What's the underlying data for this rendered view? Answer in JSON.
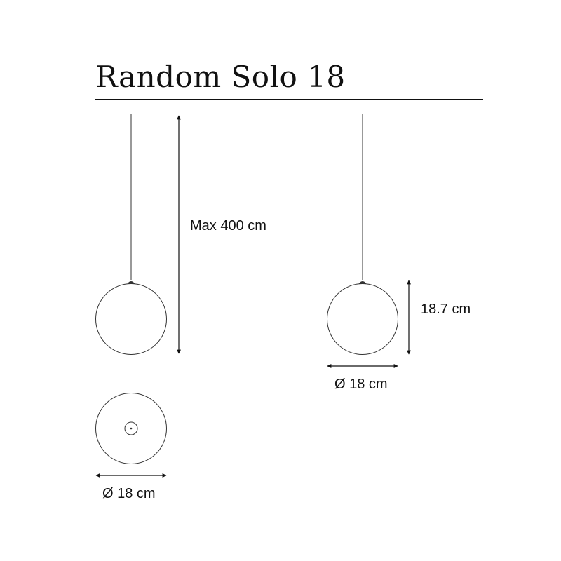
{
  "title": "Random Solo 18",
  "dimensions": {
    "max_length": "Max 400 cm",
    "height": "18.7 cm",
    "diameter_side": "Ø 18 cm",
    "diameter_top": "Ø 18 cm"
  },
  "colors": {
    "ink": "#111111",
    "background": "#ffffff"
  }
}
